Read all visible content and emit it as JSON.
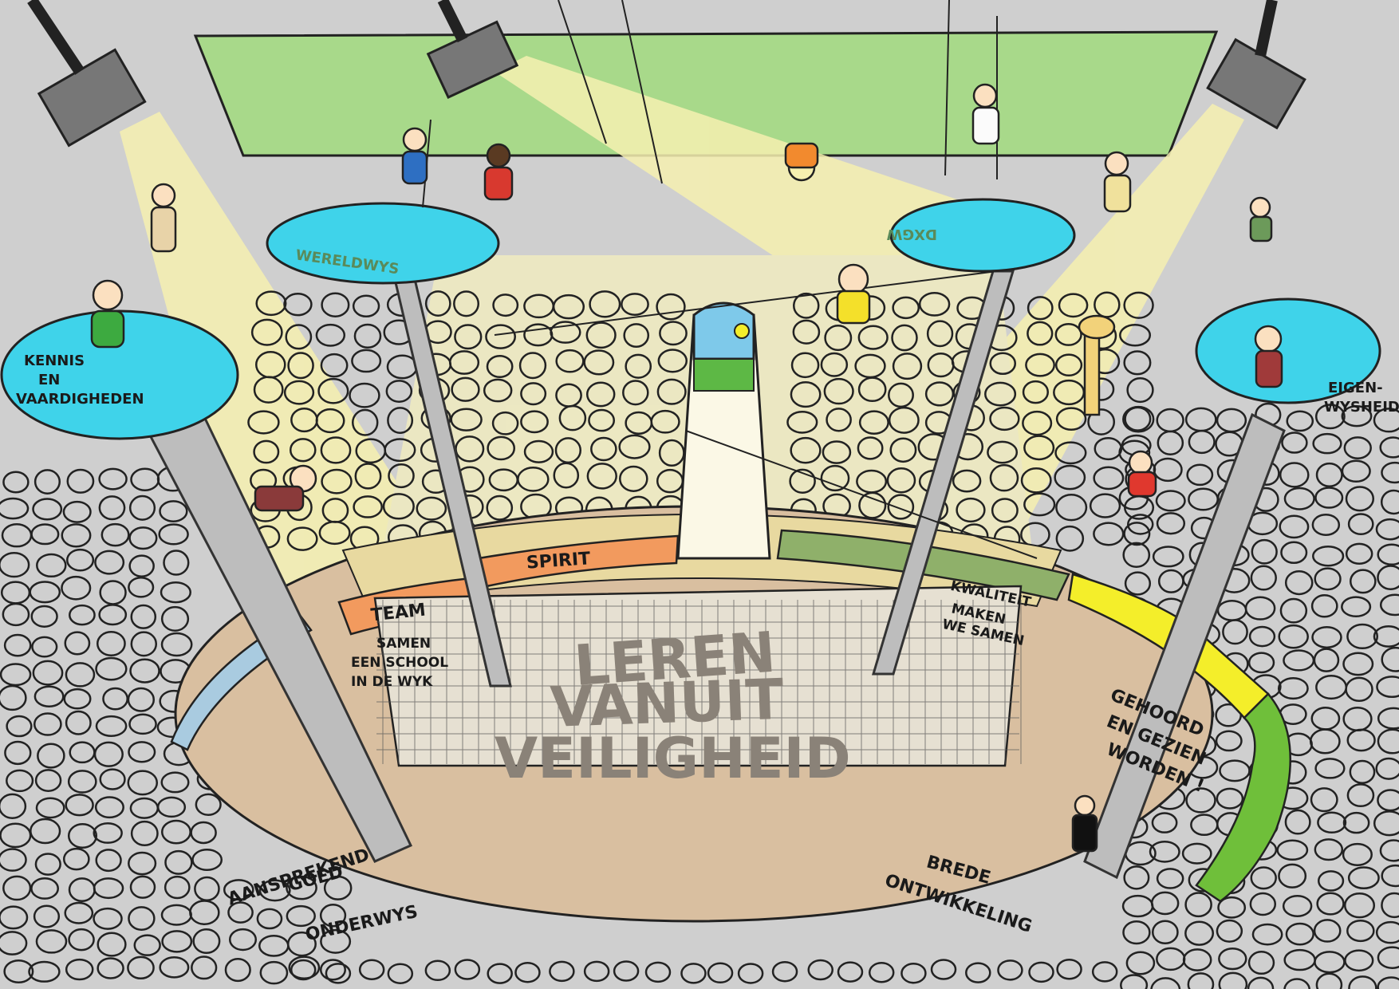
{
  "platforms": {
    "left": "KENNIS EN VAARDIGHEDEN",
    "left_line1": "KENNIS",
    "left_line2": "EN",
    "left_line3": "VAARDIGHEDEN",
    "center_left": "WERELDWYS",
    "center_right": "DXGW",
    "right_line1": "EIGEN-",
    "right_line2": "WYSHEID"
  },
  "ring_segments": {
    "team": "TEAM",
    "spirit": "SPIRIT"
  },
  "labels": {
    "samen_line1": "SAMEN",
    "samen_line2": "EEN SCHOOL",
    "samen_line3": "IN DE WYK",
    "kwaliteit_line1": "KWALITEIT",
    "kwaliteit_line2": "MAKEN",
    "kwaliteit_line3": "WE SAMEN",
    "gehoord_line1": "GEHOORD",
    "gehoord_line2": "EN GEZIEN",
    "gehoord_line3": "WORDEN !",
    "aansprekend_line1": "AANSPREKEND",
    "aansprekend_line2": "GOED",
    "aansprekend_line3": "ONDERWYS",
    "brede_line1": "BREDE",
    "brede_line2": "ONTWIKKELING"
  },
  "net_text": {
    "line1": "LEREN",
    "line2": "VANUIT",
    "line3": "VEILIGHEID"
  },
  "colors": {
    "background": "#cfcfcf",
    "platform_blue": "#3fd3ea",
    "banner_green": "#a8d98a",
    "spotlight": "#f6f0b0",
    "arena_floor": "#d9bfa0",
    "team_orange": "#f29a5e",
    "ring_yellow": "#f4ee2a",
    "ring_green": "#6fbf3a",
    "ring_blue": "#a9cbe0",
    "ring_darkgreen": "#8fb06a"
  }
}
